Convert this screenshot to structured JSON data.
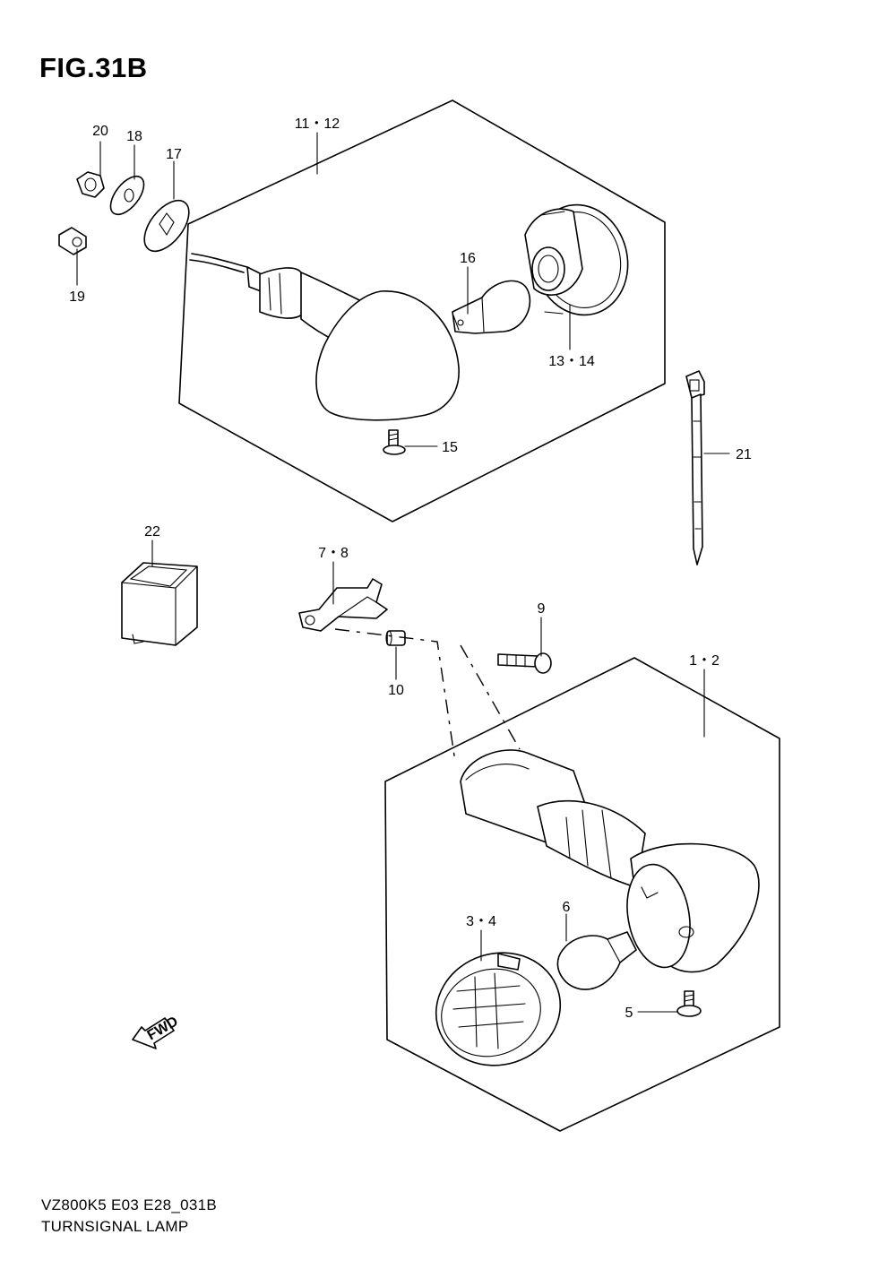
{
  "figure": {
    "title": "FIG.31B"
  },
  "footer": {
    "code": "VZ800K5 E03 E28_031B",
    "caption": "TURNSIGNAL LAMP"
  },
  "callouts": {
    "c20": "20",
    "c18": "18",
    "c17": "17",
    "c19": "19",
    "c11_12": "11・12",
    "c16": "16",
    "c13_14": "13・14",
    "c15": "15",
    "c21": "21",
    "c22": "22",
    "c7_8": "7・8",
    "c9": "9",
    "c10": "10",
    "c1_2": "1・2",
    "c3_4": "3・4",
    "c6": "6",
    "c5": "5"
  },
  "fwd_badge": "FWD"
}
